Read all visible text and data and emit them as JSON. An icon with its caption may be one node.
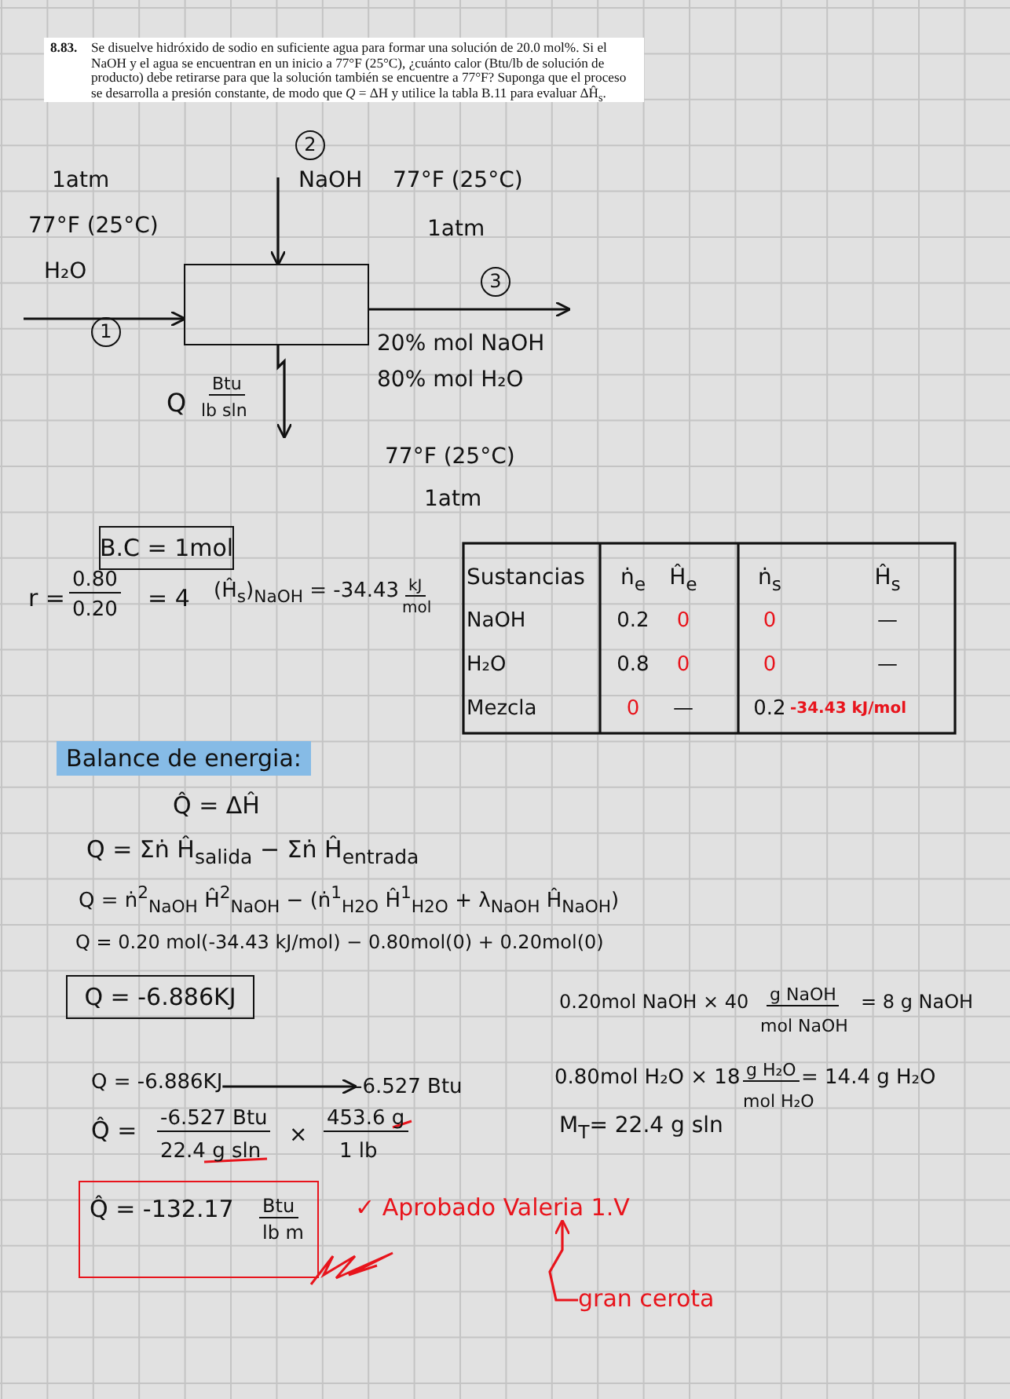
{
  "diagram": {
    "nodes": [
      {
        "text": [
          "8.83.",
          "Se disuelve hidróxido de sodio en suficiente agua para formar una solución de 20.0 mol%. Si el NaOH y el agua se encuentran en un inicio a 77°F (25°C), ¿cuánto calor (Btu/lb de solución de producto) debe retirarse para que la solución también se encuentre a 77°F? Suponga que el proceso se desarrolla a presión constante, de modo que *Q* = ΔH y utilice la tabla B.11 para evaluar ΔĤ$_{s}$."
        ]
      },
      {
        "text": [],
        "shape": "box"
      },
      {
        "text": [
          "B.C = 1mol"
        ]
      },
      {
        "text": [
          "Balance de energia:"
        ]
      },
      {
        "text": [
          "Q = -6.886KJ"
        ]
      },
      {
        "text": [
          "Q̂ = -132.17",
          "Btu",
          "lb m"
        ]
      },
      {
        "text": [
          "✓ Aprobado Valeria 1.V"
        ]
      },
      {
        "text": [
          "gran cerota"
        ]
      },
      {
        "text": [
          "Q = -6.886KJ"
        ]
      },
      {
        "text": [
          "-6.527 Btu"
        ]
      }
    ],
    "edges": [
      {
        "from": null,
        "to": 1,
        "arrow": "to"
      },
      {
        "from": null,
        "to": 1,
        "arrow": "to"
      },
      {
        "from": 1,
        "to": null,
        "arrow": "to"
      },
      {
        "from": 1,
        "to": null,
        "arrow": "to"
      },
      {
        "from": 7,
        "to": 6,
        "arrow": "to",
        "color": "#e8141c"
      },
      {
        "from": 8,
        "to": 9,
        "arrow": "to"
      }
    ],
    "labels": [
      "1atm",
      "77°F (25°C)",
      "H₂O",
      "1",
      "2",
      "NaOH",
      "77°F (25°C)",
      "1atm",
      "3",
      "20% mol NaOH",
      "80% mol H₂O",
      "Q",
      "Btu",
      "lb sln",
      "77°F (25°C)",
      "1atm",
      "r =",
      "0.80",
      "0.20",
      "= 4",
      "(Ĥ$_{s}$)$_{NaOH}$ = -34.43",
      "kJ",
      "mol",
      "Sustancias",
      "ṅ$_{e}$",
      "Ĥ$_{e}$",
      "ṅ$_{s}$",
      "Ĥ$_{s}$",
      "NaOH",
      "0.2",
      "0",
      "0",
      "—",
      "H₂O",
      "0.8",
      "0",
      "0",
      "—",
      "Mezcla",
      "0",
      "—",
      "0.2",
      "-34.43 kJ/mol",
      "Q̂ = ΔĤ",
      "Q = Σṅ Ĥ$_{salida}$ − Σṅ Ĥ$_{entrada}$",
      "Q = ṅ$^{2}$$_{NaOH}$ Ĥ$^{2}$$_{NaOH}$ − (ṅ$^{1}$$_{H2O}$ Ĥ$^{1}$$_{H2O}$ + λ$_{NaOH}$ Ĥ$_{NaOH}$)",
      "Q = 0.20 mol(-34.43 kJ/mol) − 0.80mol(0) + 0.20mol(0)",
      "Q̂ =",
      "-6.527 Btu",
      "22.4 g sln",
      "×",
      "453.6 g",
      "1 lb",
      "0.20mol NaOH × 40",
      "g NaOH",
      "mol NaOH",
      "= 8 g NaOH",
      "0.80mol H₂O × 18",
      "g H₂O",
      "mol H₂O",
      "= 14.4 g H₂O",
      "M$_{T}$= 22.4 g sln"
    ]
  }
}
